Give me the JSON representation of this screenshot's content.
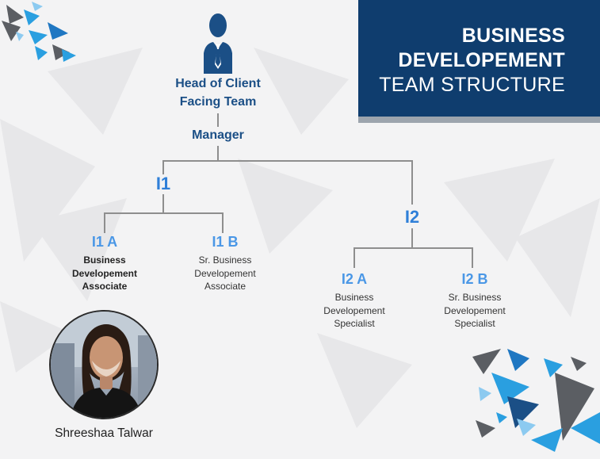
{
  "title": {
    "line1": "BUSINESS",
    "line2": "DEVELOPEMENT",
    "line3": "TEAM STRUCTURE"
  },
  "colors": {
    "title_bg": "#0f3d6e",
    "accent": "#2f7fd8",
    "dark_blue": "#1b4f86",
    "triangle_blue": "#2a9fe0",
    "triangle_gray": "#5b5e63"
  },
  "head": {
    "line1": "Head of Client",
    "line2": "Facing Team",
    "icon": "person-icon"
  },
  "manager": "Manager",
  "l1": {
    "label": "I1",
    "a": {
      "label": "I1 A",
      "role": [
        "Business",
        "Developement",
        "Associate"
      ]
    },
    "b": {
      "label": "I1 B",
      "role": [
        "Sr. Business",
        "Developement",
        "Associate"
      ]
    }
  },
  "l2": {
    "label": "I2",
    "a": {
      "label": "I2 A",
      "role": [
        "Business",
        "Developement",
        "Specialist"
      ]
    },
    "b": {
      "label": "I2 B",
      "role": [
        "Sr. Business",
        "Developement",
        "Specialist"
      ]
    }
  },
  "person": {
    "name": "Shreeshaa Talwar"
  }
}
